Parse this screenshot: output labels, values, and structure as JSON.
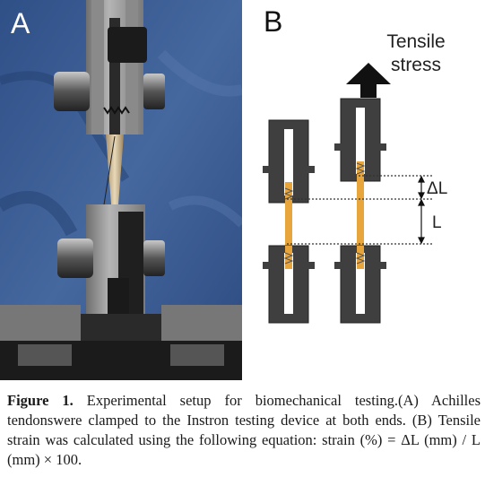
{
  "panels": {
    "a": {
      "label": "A"
    },
    "b": {
      "label": "B",
      "arrow_label_line1": "Tensile",
      "arrow_label_line2": "stress",
      "delta_l_label": "ΔL",
      "l_label": "L"
    }
  },
  "caption": {
    "figure_label": "Figure 1.",
    "text": " Experimental setup for biomechanical testing.(A) Achilles tendonswere clamped to the Instron testing device at both ends. (B) Tensile strain was calculated using the following equation: strain (%) = ΔL (mm) / L (mm) × 100."
  },
  "colors": {
    "clamp": "#3f3f3f",
    "tendon": "#e8a53c",
    "photo_background": "#3a5b93"
  }
}
